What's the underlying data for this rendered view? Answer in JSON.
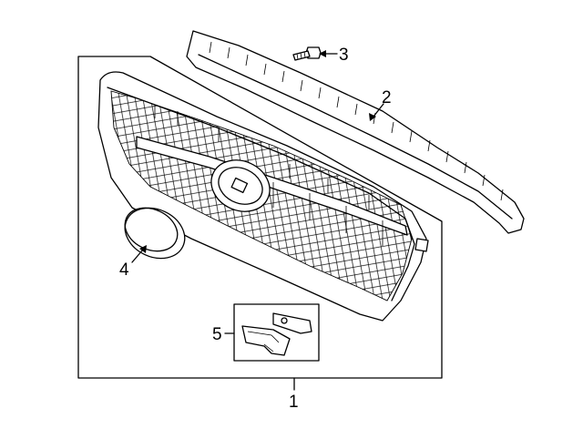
{
  "callouts": {
    "grille_assembly": "1",
    "upper_molding": "2",
    "bolt": "3",
    "emblem": "4",
    "bracket": "5"
  }
}
